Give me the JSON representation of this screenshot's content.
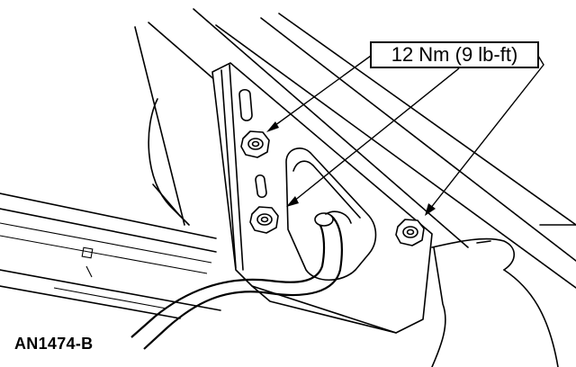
{
  "callout": {
    "torque_label": "12 Nm (9 lb-ft)"
  },
  "figure": {
    "id": "AN1474-B"
  },
  "parts": [
    {
      "icon": "nut-icon",
      "role": "upper-bolt"
    },
    {
      "icon": "nut-icon",
      "role": "lower-bolt"
    },
    {
      "icon": "nut-icon",
      "role": "right-bolt"
    }
  ]
}
